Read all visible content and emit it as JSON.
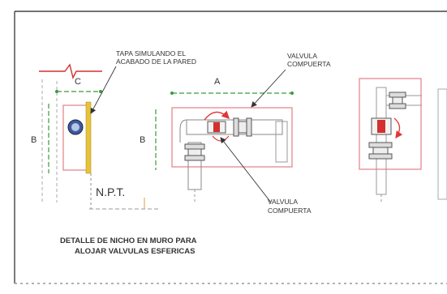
{
  "labels": {
    "dim_c": "C",
    "dim_a": "A",
    "dim_b_left": "B",
    "dim_b_mid": "B",
    "tapa_line1": "TAPA SIMULANDO EL",
    "tapa_line2": "ACABADO DE LA PARED",
    "valv_top_line1": "VALVULA",
    "valv_top_line2": "COMPUERTA",
    "valv_bot_line1": "VALVULA",
    "valv_bot_line2": "COMPUERTA",
    "npt": "N.P.T.",
    "title_line1": "DETALLE DE NICHO EN MURO PARA",
    "title_line2": "ALOJAR VALVULAS ESFERICAS"
  },
  "colors": {
    "niche": "#e8909a",
    "dimension": "#3a9a3a",
    "valve_body": "#d33030",
    "valve_arrow": "#e03838",
    "wall_finish": "#e6c33c",
    "pipe": "#777777",
    "text": "#333333",
    "frame": "#444444"
  }
}
